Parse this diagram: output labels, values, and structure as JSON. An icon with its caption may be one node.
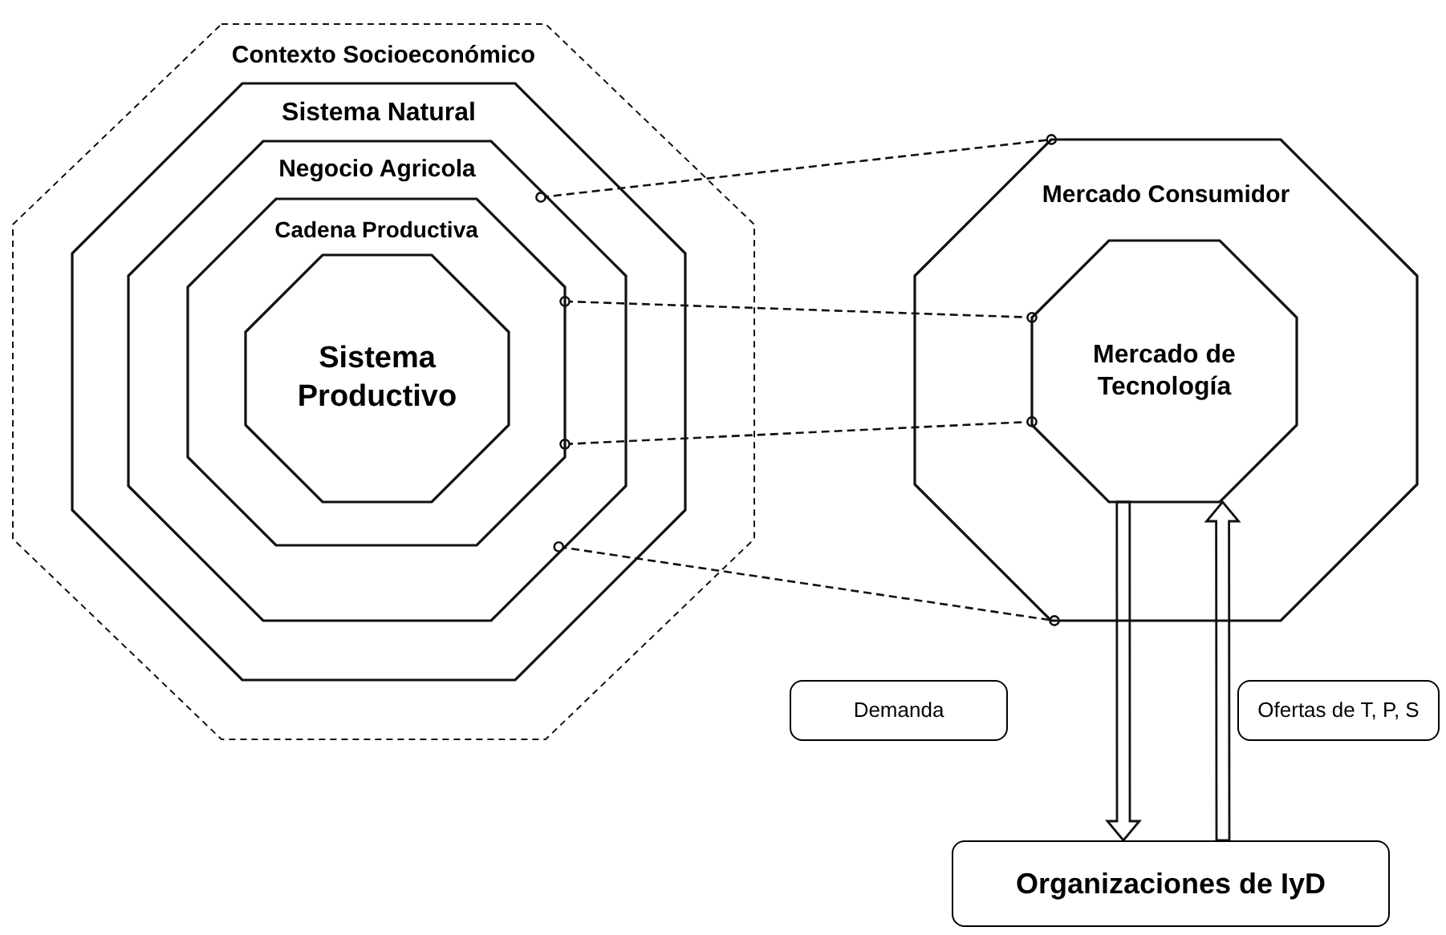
{
  "diagram": {
    "nodes": [
      {
        "text": [
          "Contexto Socioeconómico"
        ]
      },
      {
        "text": [
          "Sistema Natural"
        ],
        "in": 0
      },
      {
        "text": [
          "Negocio Agricola"
        ],
        "in": 1
      },
      {
        "text": [
          "Cadena Productiva"
        ],
        "in": 2
      },
      {
        "text": [
          "Sistema Productivo"
        ],
        "in": 3
      },
      {
        "text": [
          "Mercado Consumidor"
        ]
      },
      {
        "text": [
          "Mercado de Tecnología"
        ],
        "in": 5
      },
      {
        "text": [
          "Demanda"
        ]
      },
      {
        "text": [
          "Ofertas de T, P, S"
        ]
      },
      {
        "text": [
          "Organizaciones de IyD"
        ]
      }
    ],
    "edges": [
      {
        "from": 2,
        "to": 5,
        "arrow": "other",
        "style": "dashed"
      },
      {
        "from": 3,
        "to": 6,
        "arrow": "other",
        "style": "dashed"
      },
      {
        "from": 3,
        "to": 6,
        "arrow": "other",
        "style": "dashed"
      },
      {
        "from": 2,
        "to": 5,
        "arrow": "other",
        "style": "dashed"
      },
      {
        "from": 6,
        "to": 9,
        "arrow": "to",
        "style": "thick"
      },
      {
        "from": 9,
        "to": 6,
        "arrow": "to",
        "style": "thick"
      }
    ]
  }
}
